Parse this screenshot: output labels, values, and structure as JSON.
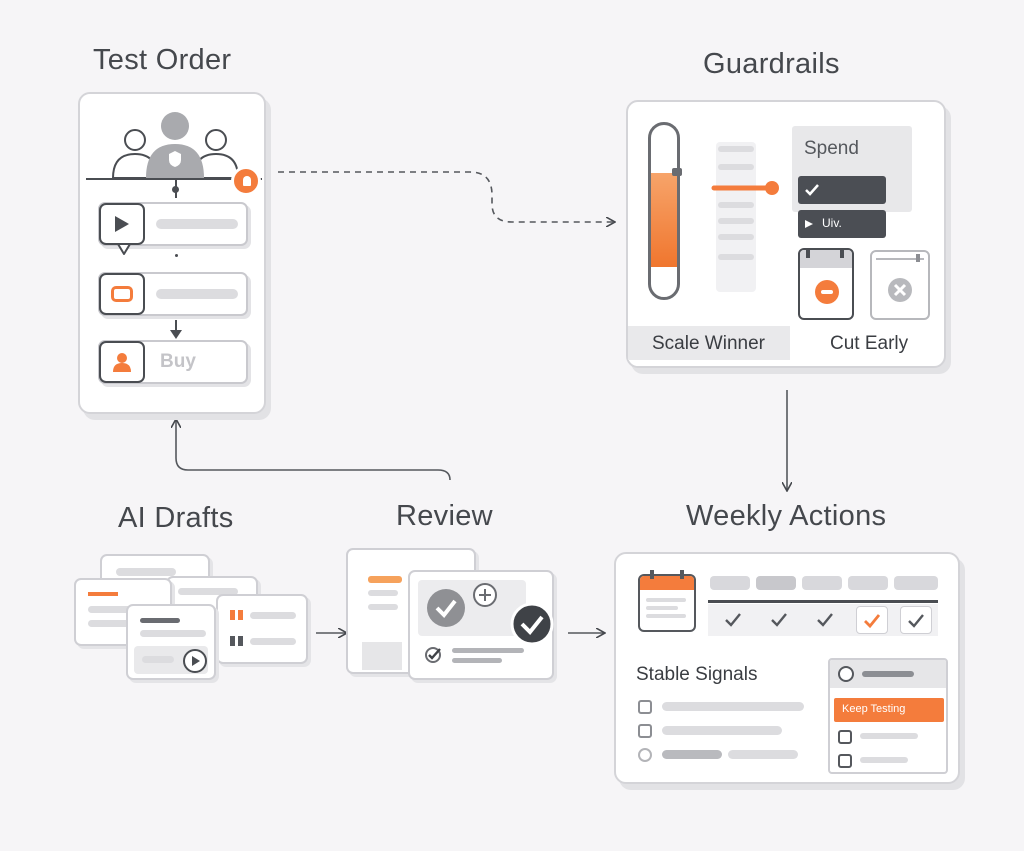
{
  "sections": {
    "test_order": {
      "title": "Test Order",
      "buy_label": "Buy"
    },
    "guardrails": {
      "title": "Guardrails",
      "spend_label": "Spend",
      "uiv_label": "Uiv.",
      "scale_winner": "Scale Winner",
      "cut_early": "Cut Early"
    },
    "ai_drafts": {
      "title": "AI Drafts"
    },
    "review": {
      "title": "Review"
    },
    "weekly_actions": {
      "title": "Weekly Actions",
      "stable_signals": "Stable Signals",
      "keep_testing": "Keep Testing"
    }
  },
  "colors": {
    "accent": "#f47c3c",
    "dark": "#45484d",
    "light_gray": "#dcdcdf"
  },
  "icons": [
    "users-icon",
    "shield-icon",
    "play-icon",
    "creative-icon",
    "person-icon",
    "checkmark-icon",
    "calendar-icon",
    "close-icon",
    "plus-icon"
  ]
}
